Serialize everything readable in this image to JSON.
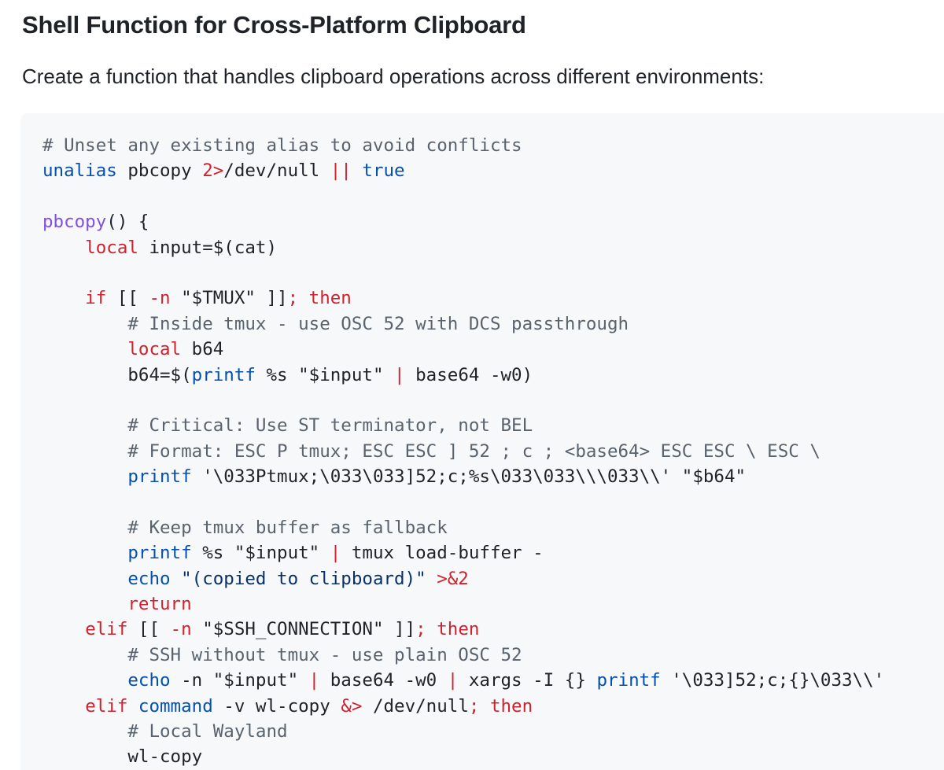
{
  "heading": "Shell Function for Cross-Platform Clipboard",
  "intro": "Create a function that handles clipboard operations across different environments:",
  "colors": {
    "comment": "#59636e",
    "keyword": "#cf222e",
    "builtin": "#0a3069",
    "command": "#0550ae",
    "function": "#8250df",
    "plain": "#1f2328",
    "code_background": "#f6f8fa"
  },
  "code_lines": [
    [
      [
        "comment",
        "# Unset any existing alias to avoid conflicts"
      ]
    ],
    [
      [
        "command",
        "unalias"
      ],
      [
        "plain",
        " pbcopy "
      ],
      [
        "keyword",
        "2>"
      ],
      [
        "plain",
        "/dev/null "
      ],
      [
        "keyword",
        "||"
      ],
      [
        "plain",
        " "
      ],
      [
        "command",
        "true"
      ]
    ],
    [],
    [
      [
        "function",
        "pbcopy"
      ],
      [
        "plain",
        "() {"
      ]
    ],
    [
      [
        "plain",
        "    "
      ],
      [
        "keyword",
        "local"
      ],
      [
        "plain",
        " input=$(cat)"
      ]
    ],
    [],
    [
      [
        "plain",
        "    "
      ],
      [
        "keyword",
        "if"
      ],
      [
        "plain",
        " [[ "
      ],
      [
        "keyword",
        "-n"
      ],
      [
        "plain",
        " \"$TMUX\" ]]"
      ],
      [
        "keyword",
        "; then"
      ]
    ],
    [
      [
        "plain",
        "        "
      ],
      [
        "comment",
        "# Inside tmux - use OSC 52 with DCS passthrough"
      ]
    ],
    [
      [
        "plain",
        "        "
      ],
      [
        "keyword",
        "local"
      ],
      [
        "plain",
        " b64"
      ]
    ],
    [
      [
        "plain",
        "        b64=$("
      ],
      [
        "command",
        "printf"
      ],
      [
        "plain",
        " %s \"$input\" "
      ],
      [
        "keyword",
        "|"
      ],
      [
        "plain",
        " base64 -w0)"
      ]
    ],
    [],
    [
      [
        "plain",
        "        "
      ],
      [
        "comment",
        "# Critical: Use ST terminator, not BEL"
      ]
    ],
    [
      [
        "plain",
        "        "
      ],
      [
        "comment",
        "# Format: ESC P tmux; ESC ESC ] 52 ; c ; <base64> ESC ESC \\ ESC \\"
      ]
    ],
    [
      [
        "plain",
        "        "
      ],
      [
        "command",
        "printf"
      ],
      [
        "plain",
        " '\\033Ptmux;\\033\\033]52;c;%s\\033\\033\\\\\\033\\\\' \"$b64\""
      ]
    ],
    [],
    [
      [
        "plain",
        "        "
      ],
      [
        "comment",
        "# Keep tmux buffer as fallback"
      ]
    ],
    [
      [
        "plain",
        "        "
      ],
      [
        "command",
        "printf"
      ],
      [
        "plain",
        " %s \"$input\" "
      ],
      [
        "keyword",
        "|"
      ],
      [
        "plain",
        " tmux load-buffer -"
      ]
    ],
    [
      [
        "plain",
        "        "
      ],
      [
        "command",
        "echo"
      ],
      [
        "plain",
        " "
      ],
      [
        "builtin",
        "\"(copied to clipboard)\""
      ],
      [
        "plain",
        " "
      ],
      [
        "keyword",
        ">&2"
      ]
    ],
    [
      [
        "plain",
        "        "
      ],
      [
        "keyword",
        "return"
      ]
    ],
    [
      [
        "plain",
        "    "
      ],
      [
        "keyword",
        "elif"
      ],
      [
        "plain",
        " [[ "
      ],
      [
        "keyword",
        "-n"
      ],
      [
        "plain",
        " \"$SSH_CONNECTION\" ]]"
      ],
      [
        "keyword",
        "; then"
      ]
    ],
    [
      [
        "plain",
        "        "
      ],
      [
        "comment",
        "# SSH without tmux - use plain OSC 52"
      ]
    ],
    [
      [
        "plain",
        "        "
      ],
      [
        "command",
        "echo"
      ],
      [
        "plain",
        " -n \"$input\" "
      ],
      [
        "keyword",
        "|"
      ],
      [
        "plain",
        " base64 -w0 "
      ],
      [
        "keyword",
        "|"
      ],
      [
        "plain",
        " xargs -I {} "
      ],
      [
        "command",
        "printf"
      ],
      [
        "plain",
        " '\\033]52;c;{}\\033\\\\'"
      ]
    ],
    [
      [
        "plain",
        "    "
      ],
      [
        "keyword",
        "elif"
      ],
      [
        "plain",
        " "
      ],
      [
        "command",
        "command"
      ],
      [
        "plain",
        " -v wl-copy "
      ],
      [
        "keyword",
        "&>"
      ],
      [
        "plain",
        " /dev/null"
      ],
      [
        "keyword",
        "; then"
      ]
    ],
    [
      [
        "plain",
        "        "
      ],
      [
        "comment",
        "# Local Wayland"
      ]
    ],
    [
      [
        "plain",
        "        wl-copy"
      ]
    ]
  ]
}
